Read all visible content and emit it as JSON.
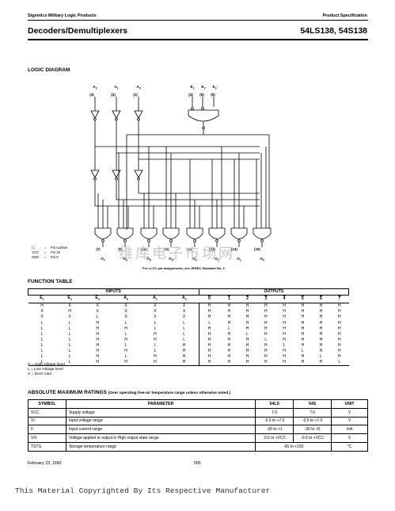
{
  "header": {
    "left": "Signetics Military Logic Products",
    "right": "Product Specification",
    "title": "Decoders/Demultiplexers",
    "part": "54LS138, 54S138"
  },
  "logic_diagram": {
    "heading": "LOGIC DIAGRAM",
    "inputs_a": [
      {
        "name": "A",
        "sub": "2",
        "pin": "(3)"
      },
      {
        "name": "A",
        "sub": "1",
        "pin": "(2)"
      },
      {
        "name": "A",
        "sub": "0",
        "pin": "(1)"
      }
    ],
    "inputs_e": [
      {
        "name": "E",
        "sub": "1",
        "pin": "(4)"
      },
      {
        "name": "E",
        "sub": "2",
        "pin": "(5)"
      },
      {
        "name": "E",
        "sub": "3",
        "pin": "(6)"
      }
    ],
    "output_pins": [
      "(7)",
      "(9)",
      "(10)",
      "(11)",
      "(12)",
      "(13)",
      "(14)",
      "(15)"
    ],
    "outputs": [
      {
        "name": "O",
        "sub": "7"
      },
      {
        "name": "O",
        "sub": "6"
      },
      {
        "name": "O",
        "sub": "5"
      },
      {
        "name": "O",
        "sub": "4"
      },
      {
        "name": "O",
        "sub": "3"
      },
      {
        "name": "O",
        "sub": "2"
      },
      {
        "name": "O",
        "sub": "1"
      },
      {
        "name": "O",
        "sub": "0"
      }
    ],
    "pin_notes": [
      {
        "sym": "( )",
        "eq": "=",
        "desc": "Pin number"
      },
      {
        "sym": "VCC",
        "eq": "=",
        "desc": "Pin 16"
      },
      {
        "sym": "GND",
        "eq": "=",
        "desc": "Pin 8"
      }
    ],
    "lcc_note": "For LLCC pin assignments, see JEDEC Standard No. 2."
  },
  "watermark": "维库电子市场网",
  "function_table": {
    "heading": "FUNCTION TABLE",
    "group_inputs": "INPUTS",
    "group_outputs": "OUTPUTS",
    "columns": [
      "E1",
      "E2",
      "E3",
      "A0",
      "A1",
      "A2",
      "0",
      "1",
      "2",
      "3",
      "4",
      "5",
      "6",
      "7"
    ],
    "rows": [
      [
        "H",
        "X",
        "X",
        "X",
        "X",
        "X",
        "H",
        "H",
        "H",
        "H",
        "H",
        "H",
        "H",
        "H"
      ],
      [
        "X",
        "H",
        "X",
        "X",
        "X",
        "X",
        "H",
        "H",
        "H",
        "H",
        "H",
        "H",
        "H",
        "H"
      ],
      [
        "X",
        "X",
        "L",
        "X",
        "X",
        "X",
        "H",
        "H",
        "H",
        "H",
        "H",
        "H",
        "H",
        "H"
      ],
      [
        "L",
        "L",
        "H",
        "L",
        "L",
        "L",
        "L",
        "H",
        "H",
        "H",
        "H",
        "H",
        "H",
        "H"
      ],
      [
        "L",
        "L",
        "H",
        "H",
        "L",
        "L",
        "H",
        "L",
        "H",
        "H",
        "H",
        "H",
        "H",
        "H"
      ],
      [
        "L",
        "L",
        "H",
        "L",
        "H",
        "L",
        "H",
        "H",
        "L",
        "H",
        "H",
        "H",
        "H",
        "H"
      ],
      [
        "L",
        "L",
        "H",
        "H",
        "H",
        "L",
        "H",
        "H",
        "H",
        "L",
        "H",
        "H",
        "H",
        "H"
      ],
      [
        "L",
        "L",
        "H",
        "L",
        "L",
        "H",
        "H",
        "H",
        "H",
        "H",
        "L",
        "H",
        "H",
        "H"
      ],
      [
        "L",
        "L",
        "H",
        "H",
        "L",
        "H",
        "H",
        "H",
        "H",
        "H",
        "H",
        "L",
        "H",
        "H"
      ],
      [
        "L",
        "L",
        "H",
        "L",
        "H",
        "H",
        "H",
        "H",
        "H",
        "H",
        "H",
        "H",
        "L",
        "H"
      ],
      [
        "L",
        "L",
        "H",
        "H",
        "H",
        "H",
        "H",
        "H",
        "H",
        "H",
        "H",
        "H",
        "H",
        "L"
      ]
    ],
    "legend": [
      "H  = High voltage level",
      "L  = Low voltage level",
      "X  = Don't care"
    ]
  },
  "ratings": {
    "heading": "ABSOLUTE MAXIMUM RATINGS",
    "subheading": "(Over operating free-air temperature range unless otherwise noted.)",
    "columns": [
      "SYMBOL",
      "PARAMETER",
      "54LS",
      "54S",
      "UNIT"
    ],
    "rows": [
      {
        "symbol": "VCC",
        "param": "Supply voltage",
        "ls": "7.0",
        "s": "7.0",
        "unit": "V"
      },
      {
        "symbol": "VI",
        "param": "Input voltage range",
        "ls": "-0.5 to +7.0",
        "s": "-0.5 to +7.0",
        "unit": "V"
      },
      {
        "symbol": "II",
        "param": "Input current range",
        "ls": "-30 to +1",
        "s": "-30 to +5",
        "unit": "mA"
      },
      {
        "symbol": "VO",
        "param": "Voltage applied to output in High output state range",
        "ls": "-0.5 to +VCC",
        "s": "-0.5 to +VCC",
        "unit": "V"
      }
    ],
    "storage": {
      "symbol": "TSTG",
      "param": "Storage temperature range",
      "value": "-65 to +150",
      "unit": "°C"
    }
  },
  "footer": {
    "date": "February 23, 1990",
    "page": "505",
    "copyright": "This Material Copyrighted By Its Respective Manufacturer"
  }
}
